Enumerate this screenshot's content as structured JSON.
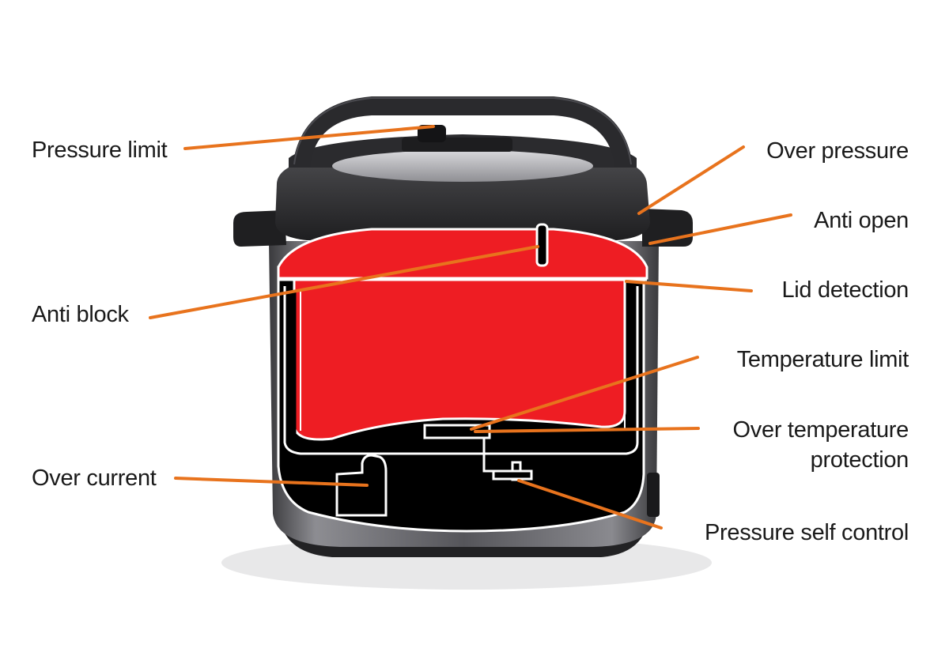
{
  "colors": {
    "leader": "#e8731d",
    "chamber": "#ee1d23",
    "base": "#000000",
    "outline": "#ffffff",
    "lid": "#2a2a2c",
    "body_metal": "#5a5a5e"
  },
  "labels": {
    "pressure_limit": "Pressure limit",
    "anti_block": "Anti block",
    "over_current": "Over current",
    "over_pressure": "Over pressure",
    "anti_open": "Anti open",
    "lid_detection": "Lid detection",
    "temperature_limit": "Temperature limit",
    "over_temperature_line1": "Over temperature",
    "over_temperature_line2": "protection",
    "pressure_self_control": "Pressure self control"
  }
}
